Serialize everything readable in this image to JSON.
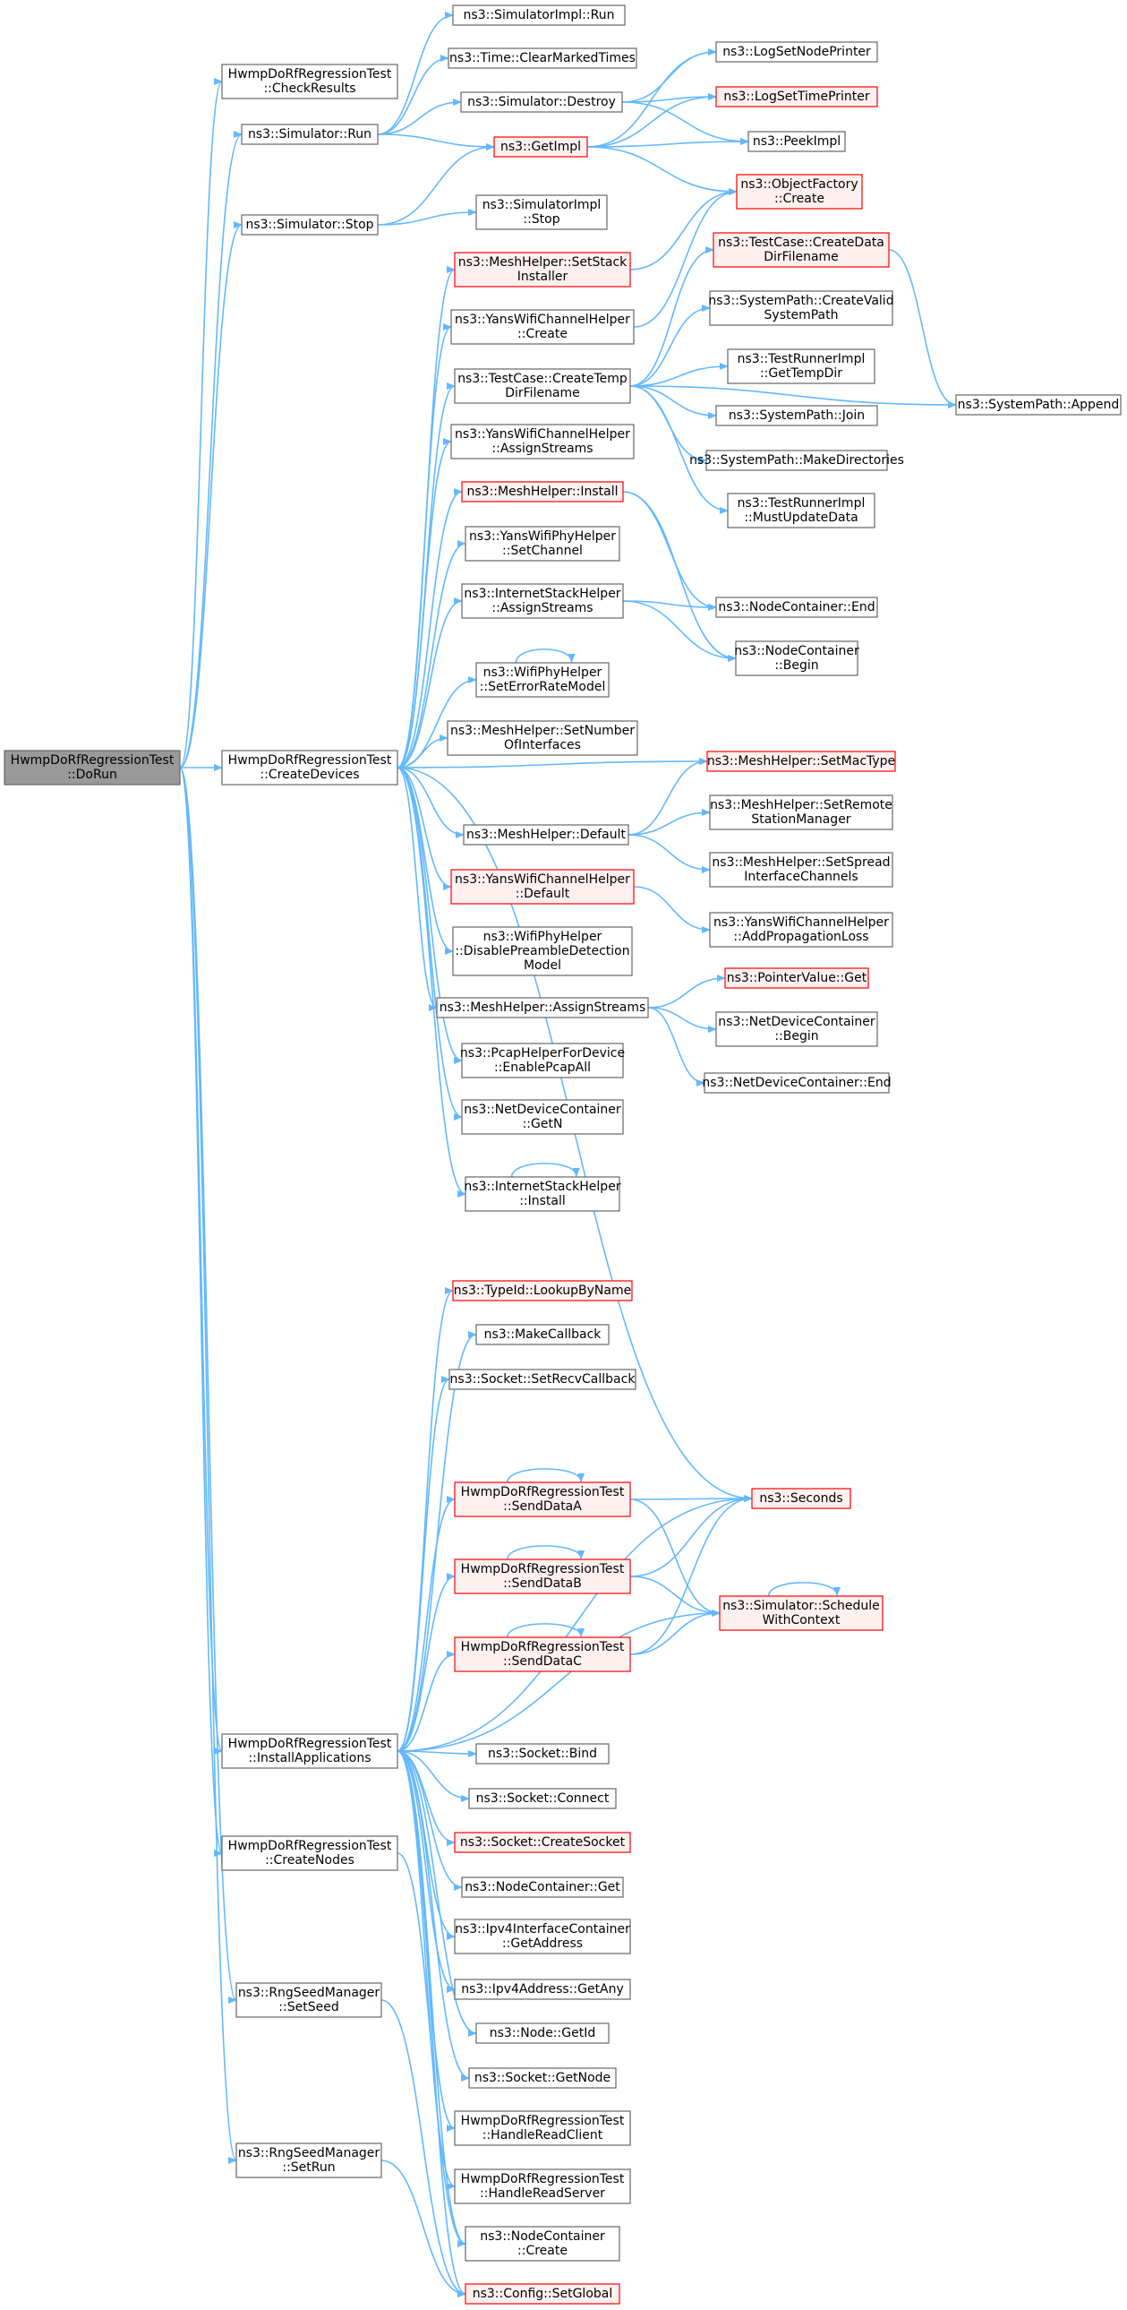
{
  "colors": {
    "edge": "#63b8ff",
    "node_border": "#666666",
    "node_border_red": "#ff0000",
    "node_fill": "#ffffff",
    "node_fill_red": "#fff0f0",
    "root_fill": "#999999"
  },
  "nodes": [
    {
      "id": "dorun",
      "lines": [
        "HwmpDoRfRegressionTest",
        "::DoRun"
      ],
      "style": "root"
    },
    {
      "id": "checkresults",
      "lines": [
        "HwmpDoRfRegressionTest",
        "::CheckResults"
      ],
      "style": "normal"
    },
    {
      "id": "sim_run",
      "lines": [
        "ns3::Simulator::Run"
      ],
      "style": "normal"
    },
    {
      "id": "sim_stop",
      "lines": [
        "ns3::Simulator::Stop"
      ],
      "style": "normal"
    },
    {
      "id": "createdevices",
      "lines": [
        "HwmpDoRfRegressionTest",
        "::CreateDevices"
      ],
      "style": "normal"
    },
    {
      "id": "installapps",
      "lines": [
        "HwmpDoRfRegressionTest",
        "::InstallApplications"
      ],
      "style": "normal"
    },
    {
      "id": "createnodes",
      "lines": [
        "HwmpDoRfRegressionTest",
        "::CreateNodes"
      ],
      "style": "normal"
    },
    {
      "id": "rng_setseed",
      "lines": [
        "ns3::RngSeedManager",
        "::SetSeed"
      ],
      "style": "normal"
    },
    {
      "id": "rng_setrun",
      "lines": [
        "ns3::RngSeedManager",
        "::SetRun"
      ],
      "style": "normal"
    },
    {
      "id": "simimpl_run",
      "lines": [
        "ns3::SimulatorImpl::Run"
      ],
      "style": "normal"
    },
    {
      "id": "time_clear",
      "lines": [
        "ns3::Time::ClearMarkedTimes"
      ],
      "style": "normal"
    },
    {
      "id": "sim_destroy",
      "lines": [
        "ns3::Simulator::Destroy"
      ],
      "style": "normal"
    },
    {
      "id": "getimpl",
      "lines": [
        "ns3::GetImpl"
      ],
      "style": "red"
    },
    {
      "id": "simimpl_stop",
      "lines": [
        "ns3::SimulatorImpl",
        "::Stop"
      ],
      "style": "normal"
    },
    {
      "id": "lognode",
      "lines": [
        "ns3::LogSetNodePrinter"
      ],
      "style": "normal"
    },
    {
      "id": "logtime",
      "lines": [
        "ns3::LogSetTimePrinter"
      ],
      "style": "red"
    },
    {
      "id": "peekimpl",
      "lines": [
        "ns3::PeekImpl"
      ],
      "style": "normal"
    },
    {
      "id": "objfactory",
      "lines": [
        "ns3::ObjectFactory",
        "::Create"
      ],
      "style": "red"
    },
    {
      "id": "mesh_setstack",
      "lines": [
        "ns3::MeshHelper::SetStack",
        "Installer"
      ],
      "style": "red"
    },
    {
      "id": "yanschan_create",
      "lines": [
        "ns3::YansWifiChannelHelper",
        "::Create"
      ],
      "style": "normal"
    },
    {
      "id": "tc_createtemp",
      "lines": [
        "ns3::TestCase::CreateTemp",
        "DirFilename"
      ],
      "style": "normal"
    },
    {
      "id": "tc_createdata",
      "lines": [
        "ns3::TestCase::CreateData",
        "DirFilename"
      ],
      "style": "red"
    },
    {
      "id": "sp_createvalid",
      "lines": [
        "ns3::SystemPath::CreateValid",
        "SystemPath"
      ],
      "style": "normal"
    },
    {
      "id": "tri_gettempdir",
      "lines": [
        "ns3::TestRunnerImpl",
        "::GetTempDir"
      ],
      "style": "normal"
    },
    {
      "id": "sp_join",
      "lines": [
        "ns3::SystemPath::Join"
      ],
      "style": "normal"
    },
    {
      "id": "sp_makedirs",
      "lines": [
        "ns3::SystemPath::MakeDirectories"
      ],
      "style": "normal"
    },
    {
      "id": "tri_mustupdate",
      "lines": [
        "ns3::TestRunnerImpl",
        "::MustUpdateData"
      ],
      "style": "normal"
    },
    {
      "id": "sp_append",
      "lines": [
        "ns3::SystemPath::Append"
      ],
      "style": "normal"
    },
    {
      "id": "yanschan_assign",
      "lines": [
        "ns3::YansWifiChannelHelper",
        "::AssignStreams"
      ],
      "style": "normal"
    },
    {
      "id": "mesh_install",
      "lines": [
        "ns3::MeshHelper::Install"
      ],
      "style": "red"
    },
    {
      "id": "yansphy_setchan",
      "lines": [
        "ns3::YansWifiPhyHelper",
        "::SetChannel"
      ],
      "style": "normal"
    },
    {
      "id": "inet_assign",
      "lines": [
        "ns3::InternetStackHelper",
        "::AssignStreams"
      ],
      "style": "normal"
    },
    {
      "id": "nc_end",
      "lines": [
        "ns3::NodeContainer::End"
      ],
      "style": "normal"
    },
    {
      "id": "nc_begin",
      "lines": [
        "ns3::NodeContainer",
        "::Begin"
      ],
      "style": "normal"
    },
    {
      "id": "wifiphy_seterr",
      "lines": [
        "ns3::WifiPhyHelper",
        "::SetErrorRateModel"
      ],
      "style": "normal"
    },
    {
      "id": "mesh_setnum",
      "lines": [
        "ns3::MeshHelper::SetNumber",
        "OfInterfaces"
      ],
      "style": "normal"
    },
    {
      "id": "mesh_setmac",
      "lines": [
        "ns3::MeshHelper::SetMacType"
      ],
      "style": "red"
    },
    {
      "id": "mesh_default",
      "lines": [
        "ns3::MeshHelper::Default"
      ],
      "style": "normal"
    },
    {
      "id": "mesh_setremote",
      "lines": [
        "ns3::MeshHelper::SetRemote",
        "StationManager"
      ],
      "style": "normal"
    },
    {
      "id": "mesh_setspread",
      "lines": [
        "ns3::MeshHelper::SetSpread",
        "InterfaceChannels"
      ],
      "style": "normal"
    },
    {
      "id": "yanschan_default",
      "lines": [
        "ns3::YansWifiChannelHelper",
        "::Default"
      ],
      "style": "red"
    },
    {
      "id": "yanschan_addprop",
      "lines": [
        "ns3::YansWifiChannelHelper",
        "::AddPropagationLoss"
      ],
      "style": "normal"
    },
    {
      "id": "wifiphy_disable",
      "lines": [
        "ns3::WifiPhyHelper",
        "::DisablePreambleDetection",
        "Model"
      ],
      "style": "normal"
    },
    {
      "id": "mesh_assign",
      "lines": [
        "ns3::MeshHelper::AssignStreams"
      ],
      "style": "normal"
    },
    {
      "id": "pv_get",
      "lines": [
        "ns3::PointerValue::Get"
      ],
      "style": "red"
    },
    {
      "id": "ndc_begin",
      "lines": [
        "ns3::NetDeviceContainer",
        "::Begin"
      ],
      "style": "normal"
    },
    {
      "id": "ndc_end",
      "lines": [
        "ns3::NetDeviceContainer::End"
      ],
      "style": "normal"
    },
    {
      "id": "pcap_enable",
      "lines": [
        "ns3::PcapHelperForDevice",
        "::EnablePcapAll"
      ],
      "style": "normal"
    },
    {
      "id": "ndc_getn",
      "lines": [
        "ns3::NetDeviceContainer",
        "::GetN"
      ],
      "style": "normal"
    },
    {
      "id": "inet_install",
      "lines": [
        "ns3::InternetStackHelper",
        "::Install"
      ],
      "style": "normal"
    },
    {
      "id": "typeid_lookup",
      "lines": [
        "ns3::TypeId::LookupByName"
      ],
      "style": "red"
    },
    {
      "id": "makecallback",
      "lines": [
        "ns3::MakeCallback"
      ],
      "style": "normal"
    },
    {
      "id": "sock_setrecv",
      "lines": [
        "ns3::Socket::SetRecvCallback"
      ],
      "style": "normal"
    },
    {
      "id": "senda",
      "lines": [
        "HwmpDoRfRegressionTest",
        "::SendDataA"
      ],
      "style": "red"
    },
    {
      "id": "sendb",
      "lines": [
        "HwmpDoRfRegressionTest",
        "::SendDataB"
      ],
      "style": "red"
    },
    {
      "id": "sendc",
      "lines": [
        "HwmpDoRfRegressionTest",
        "::SendDataC"
      ],
      "style": "red"
    },
    {
      "id": "seconds",
      "lines": [
        "ns3::Seconds"
      ],
      "style": "red"
    },
    {
      "id": "sim_schedule",
      "lines": [
        "ns3::Simulator::Schedule",
        "WithContext"
      ],
      "style": "red"
    },
    {
      "id": "sock_bind",
      "lines": [
        "ns3::Socket::Bind"
      ],
      "style": "normal"
    },
    {
      "id": "sock_connect",
      "lines": [
        "ns3::Socket::Connect"
      ],
      "style": "normal"
    },
    {
      "id": "sock_create",
      "lines": [
        "ns3::Socket::CreateSocket"
      ],
      "style": "red"
    },
    {
      "id": "nc_get",
      "lines": [
        "ns3::NodeContainer::Get"
      ],
      "style": "normal"
    },
    {
      "id": "ipv4ic_getaddr",
      "lines": [
        "ns3::Ipv4InterfaceContainer",
        "::GetAddress"
      ],
      "style": "normal"
    },
    {
      "id": "ipv4addr_getany",
      "lines": [
        "ns3::Ipv4Address::GetAny"
      ],
      "style": "normal"
    },
    {
      "id": "node_getid",
      "lines": [
        "ns3::Node::GetId"
      ],
      "style": "normal"
    },
    {
      "id": "sock_getnode",
      "lines": [
        "ns3::Socket::GetNode"
      ],
      "style": "normal"
    },
    {
      "id": "handle_client",
      "lines": [
        "HwmpDoRfRegressionTest",
        "::HandleReadClient"
      ],
      "style": "normal"
    },
    {
      "id": "handle_server",
      "lines": [
        "HwmpDoRfRegressionTest",
        "::HandleReadServer"
      ],
      "style": "normal"
    },
    {
      "id": "nc_create",
      "lines": [
        "ns3::NodeContainer",
        "::Create"
      ],
      "style": "normal"
    },
    {
      "id": "config_setglobal",
      "lines": [
        "ns3::Config::SetGlobal"
      ],
      "style": "red"
    }
  ],
  "edges": [
    [
      "dorun",
      "checkresults"
    ],
    [
      "dorun",
      "sim_run"
    ],
    [
      "dorun",
      "sim_stop"
    ],
    [
      "dorun",
      "createdevices"
    ],
    [
      "dorun",
      "installapps"
    ],
    [
      "dorun",
      "createnodes"
    ],
    [
      "dorun",
      "rng_setseed"
    ],
    [
      "dorun",
      "rng_setrun"
    ],
    [
      "sim_run",
      "simimpl_run"
    ],
    [
      "sim_run",
      "time_clear"
    ],
    [
      "sim_run",
      "getimpl"
    ],
    [
      "sim_run",
      "sim_destroy"
    ],
    [
      "sim_stop",
      "getimpl"
    ],
    [
      "sim_stop",
      "simimpl_stop"
    ],
    [
      "sim_destroy",
      "lognode"
    ],
    [
      "sim_destroy",
      "logtime"
    ],
    [
      "sim_destroy",
      "peekimpl"
    ],
    [
      "getimpl",
      "lognode"
    ],
    [
      "getimpl",
      "logtime"
    ],
    [
      "getimpl",
      "peekimpl"
    ],
    [
      "getimpl",
      "objfactory"
    ],
    [
      "createdevices",
      "mesh_setstack"
    ],
    [
      "createdevices",
      "yanschan_create"
    ],
    [
      "createdevices",
      "tc_createtemp"
    ],
    [
      "createdevices",
      "yanschan_assign"
    ],
    [
      "createdevices",
      "mesh_install"
    ],
    [
      "createdevices",
      "yansphy_setchan"
    ],
    [
      "createdevices",
      "inet_assign"
    ],
    [
      "createdevices",
      "wifiphy_seterr"
    ],
    [
      "createdevices",
      "mesh_setnum"
    ],
    [
      "createdevices",
      "mesh_setmac"
    ],
    [
      "createdevices",
      "mesh_default"
    ],
    [
      "createdevices",
      "yanschan_default"
    ],
    [
      "createdevices",
      "wifiphy_disable"
    ],
    [
      "createdevices",
      "mesh_assign"
    ],
    [
      "createdevices",
      "pcap_enable"
    ],
    [
      "createdevices",
      "ndc_getn"
    ],
    [
      "createdevices",
      "inet_install"
    ],
    [
      "createdevices",
      "seconds"
    ],
    [
      "mesh_setstack",
      "objfactory"
    ],
    [
      "yanschan_create",
      "objfactory"
    ],
    [
      "tc_createtemp",
      "tc_createdata"
    ],
    [
      "tc_createtemp",
      "sp_createvalid"
    ],
    [
      "tc_createtemp",
      "tri_gettempdir"
    ],
    [
      "tc_createtemp",
      "sp_join"
    ],
    [
      "tc_createtemp",
      "sp_makedirs"
    ],
    [
      "tc_createtemp",
      "tri_mustupdate"
    ],
    [
      "tc_createtemp",
      "sp_append"
    ],
    [
      "tc_createdata",
      "sp_append"
    ],
    [
      "mesh_install",
      "nc_end"
    ],
    [
      "mesh_install",
      "nc_begin"
    ],
    [
      "inet_assign",
      "nc_end"
    ],
    [
      "inet_assign",
      "nc_begin"
    ],
    [
      "wifiphy_seterr",
      "wifiphy_seterr"
    ],
    [
      "mesh_default",
      "mesh_setmac"
    ],
    [
      "mesh_default",
      "mesh_setremote"
    ],
    [
      "mesh_default",
      "mesh_setspread"
    ],
    [
      "yanschan_default",
      "yanschan_addprop"
    ],
    [
      "mesh_assign",
      "pv_get"
    ],
    [
      "mesh_assign",
      "ndc_begin"
    ],
    [
      "mesh_assign",
      "ndc_end"
    ],
    [
      "inet_install",
      "inet_install"
    ],
    [
      "installapps",
      "typeid_lookup"
    ],
    [
      "installapps",
      "makecallback"
    ],
    [
      "installapps",
      "sock_setrecv"
    ],
    [
      "installapps",
      "seconds"
    ],
    [
      "installapps",
      "senda"
    ],
    [
      "installapps",
      "sendb"
    ],
    [
      "installapps",
      "sendc"
    ],
    [
      "installapps",
      "sim_schedule"
    ],
    [
      "installapps",
      "sock_bind"
    ],
    [
      "installapps",
      "sock_connect"
    ],
    [
      "installapps",
      "sock_create"
    ],
    [
      "installapps",
      "nc_get"
    ],
    [
      "installapps",
      "ipv4ic_getaddr"
    ],
    [
      "installapps",
      "ipv4addr_getany"
    ],
    [
      "installapps",
      "node_getid"
    ],
    [
      "installapps",
      "sock_getnode"
    ],
    [
      "installapps",
      "handle_client"
    ],
    [
      "installapps",
      "handle_server"
    ],
    [
      "installapps",
      "nc_create"
    ],
    [
      "installapps",
      "config_setglobal"
    ],
    [
      "senda",
      "senda"
    ],
    [
      "senda",
      "seconds"
    ],
    [
      "senda",
      "sim_schedule"
    ],
    [
      "sendb",
      "sendb"
    ],
    [
      "sendb",
      "seconds"
    ],
    [
      "sendb",
      "sim_schedule"
    ],
    [
      "sendc",
      "sendc"
    ],
    [
      "sendc",
      "seconds"
    ],
    [
      "sendc",
      "sim_schedule"
    ],
    [
      "sim_schedule",
      "sim_schedule"
    ],
    [
      "createnodes",
      "nc_create"
    ],
    [
      "rng_setseed",
      "config_setglobal"
    ],
    [
      "rng_setrun",
      "config_setglobal"
    ]
  ]
}
